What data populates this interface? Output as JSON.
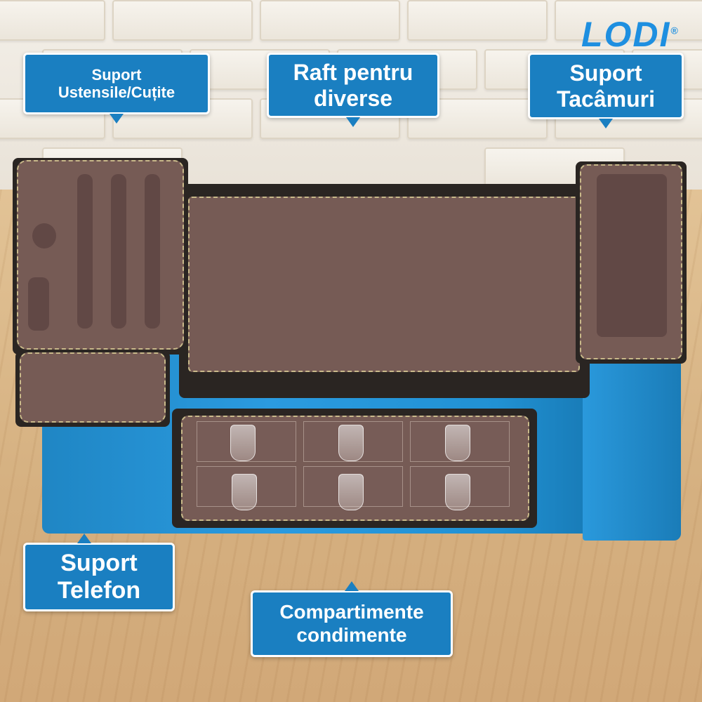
{
  "brand": {
    "logo": "LODI",
    "reg_mark": "®"
  },
  "callouts": {
    "utensils_knives": "Suport Ustensile/Cuțite",
    "shelf": "Raft pentru diverse",
    "cutlery": "Suport Tacâmuri",
    "phone": "Suport Telefon",
    "spices": "Compartimente condimente"
  },
  "colors": {
    "accent": "#1a7fc1",
    "organizer_body": "#2b9be0",
    "insert_brown": "#7d5f5a"
  }
}
